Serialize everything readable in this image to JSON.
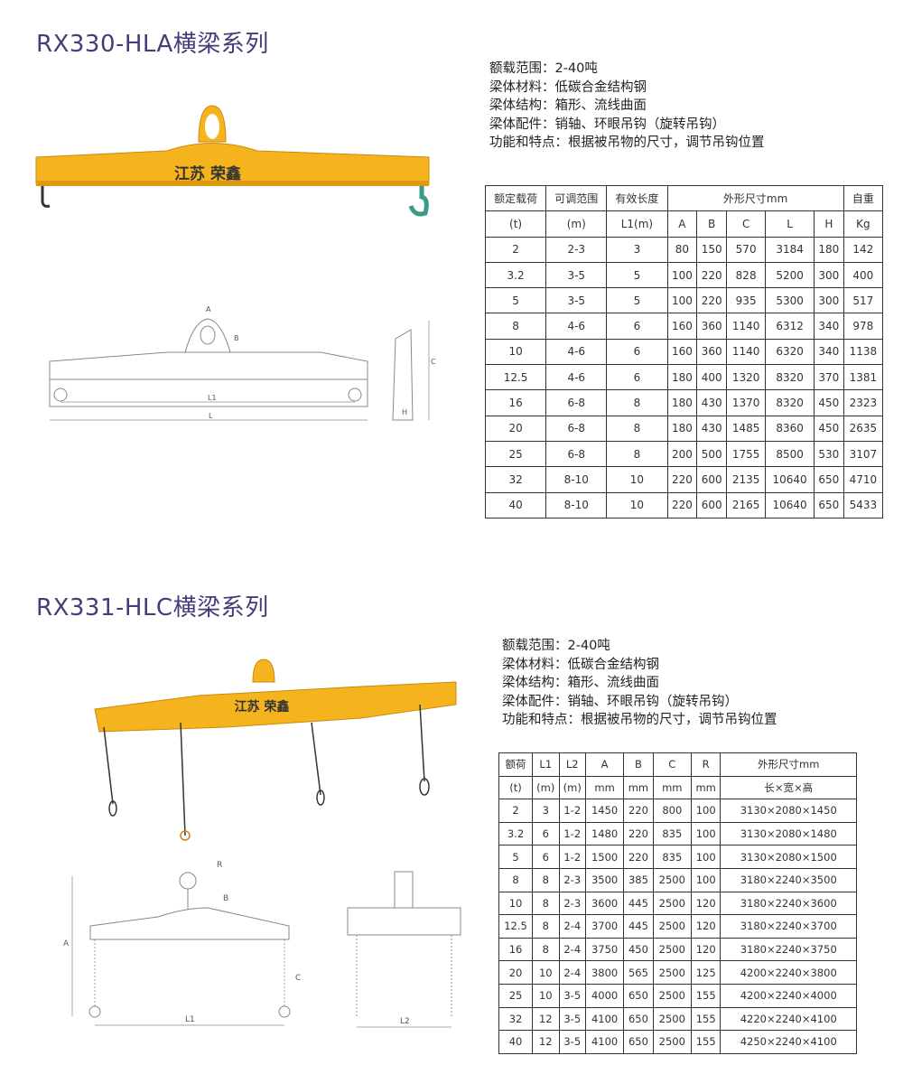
{
  "section1": {
    "title": "RX330-HLA横梁系列",
    "beam_label": "江苏  荣鑫",
    "specs": [
      "额载范围：2-40吨",
      "梁体材料：低碳合金结构钢",
      "梁体结构：箱形、流线曲面",
      "梁体配件：销轴、环眼吊钩（旋转吊钩）",
      "功能和特点：根据被吊物的尺寸，调节吊钩位置"
    ],
    "drawing_labels": {
      "A": "A",
      "B": "B",
      "C": "C",
      "L1": "L1",
      "L": "L",
      "H": "H"
    },
    "table": {
      "header_row1": [
        "额定载荷",
        "可调范围",
        "有效长度",
        "外形尺寸mm",
        "自重"
      ],
      "header_row2": [
        "(t)",
        "(m)",
        "L1(m)",
        "A",
        "B",
        "C",
        "L",
        "H",
        "Kg"
      ],
      "rows": [
        [
          "2",
          "2-3",
          "3",
          "80",
          "150",
          "570",
          "3184",
          "180",
          "142"
        ],
        [
          "3.2",
          "3-5",
          "5",
          "100",
          "220",
          "828",
          "5200",
          "300",
          "400"
        ],
        [
          "5",
          "3-5",
          "5",
          "100",
          "220",
          "935",
          "5300",
          "300",
          "517"
        ],
        [
          "8",
          "4-6",
          "6",
          "160",
          "360",
          "1140",
          "6312",
          "340",
          "978"
        ],
        [
          "10",
          "4-6",
          "6",
          "160",
          "360",
          "1140",
          "6320",
          "340",
          "1138"
        ],
        [
          "12.5",
          "4-6",
          "6",
          "180",
          "400",
          "1320",
          "8320",
          "370",
          "1381"
        ],
        [
          "16",
          "6-8",
          "8",
          "180",
          "430",
          "1370",
          "8320",
          "450",
          "2323"
        ],
        [
          "20",
          "6-8",
          "8",
          "180",
          "430",
          "1485",
          "8360",
          "450",
          "2635"
        ],
        [
          "25",
          "6-8",
          "8",
          "200",
          "500",
          "1755",
          "8500",
          "530",
          "3107"
        ],
        [
          "32",
          "8-10",
          "10",
          "220",
          "600",
          "2135",
          "10640",
          "650",
          "4710"
        ],
        [
          "40",
          "8-10",
          "10",
          "220",
          "600",
          "2165",
          "10640",
          "650",
          "5433"
        ]
      ]
    }
  },
  "section2": {
    "title": "RX331-HLC横梁系列",
    "beam_label": "江苏      荣鑫",
    "specs": [
      "额载范围：2-40吨",
      "梁体材料：低碳合金结构钢",
      "梁体结构：箱形、流线曲面",
      "梁体配件：销轴、环眼吊钩（旋转吊钩）",
      "功能和特点：根据被吊物的尺寸，调节吊钩位置"
    ],
    "drawing_labels": {
      "R": "R",
      "A": "A",
      "B": "B",
      "C": "C",
      "L1": "L1",
      "L2": "L2"
    },
    "table": {
      "header_row1": [
        "额荷",
        "L1",
        "L2",
        "A",
        "B",
        "C",
        "R",
        "外形尺寸mm"
      ],
      "header_row2": [
        "(t)",
        "(m)",
        "(m)",
        "mm",
        "mm",
        "mm",
        "mm",
        "长×宽×高"
      ],
      "rows": [
        [
          "2",
          "3",
          "1-2",
          "1450",
          "220",
          "800",
          "100",
          "3130×2080×1450"
        ],
        [
          "3.2",
          "6",
          "1-2",
          "1480",
          "220",
          "835",
          "100",
          "3130×2080×1480"
        ],
        [
          "5",
          "6",
          "1-2",
          "1500",
          "220",
          "835",
          "100",
          "3130×2080×1500"
        ],
        [
          "8",
          "8",
          "2-3",
          "3500",
          "385",
          "2500",
          "100",
          "3180×2240×3500"
        ],
        [
          "10",
          "8",
          "2-3",
          "3600",
          "445",
          "2500",
          "120",
          "3180×2240×3600"
        ],
        [
          "12.5",
          "8",
          "2-4",
          "3700",
          "445",
          "2500",
          "120",
          "3180×2240×3700"
        ],
        [
          "16",
          "8",
          "2-4",
          "3750",
          "450",
          "2500",
          "120",
          "3180×2240×3750"
        ],
        [
          "20",
          "10",
          "2-4",
          "3800",
          "565",
          "2500",
          "125",
          "4200×2240×3800"
        ],
        [
          "25",
          "10",
          "3-5",
          "4000",
          "650",
          "2500",
          "155",
          "4200×2240×4000"
        ],
        [
          "32",
          "12",
          "3-5",
          "4100",
          "650",
          "2500",
          "155",
          "4220×2240×4100"
        ],
        [
          "40",
          "12",
          "3-5",
          "4100",
          "650",
          "2500",
          "155",
          "4250×2240×4100"
        ]
      ]
    }
  },
  "colors": {
    "beam": "#f5b41e",
    "title": "#4a3a78",
    "hook": "#3a9a8a"
  }
}
